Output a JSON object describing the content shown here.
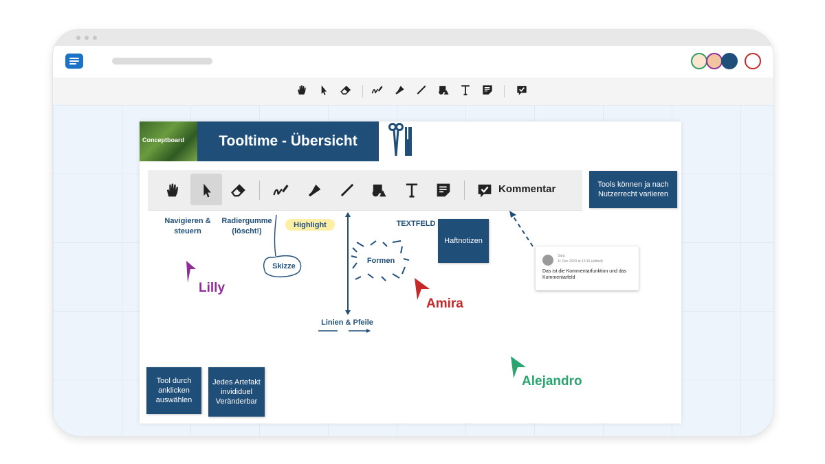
{
  "window": {
    "url_bar": ""
  },
  "toolbar": {
    "tools": [
      "hand-icon",
      "pointer-icon",
      "eraser-icon",
      "pen-icon",
      "highlighter-icon",
      "line-icon",
      "shapes-icon",
      "text-icon",
      "sticky-note-icon",
      "comment-icon"
    ]
  },
  "board": {
    "header_logo": "Conceptboard",
    "title": "Tooltime - Übersicht",
    "comment_tool_label": "Kommentar",
    "note_right": "Tools können ja nach Nutzerrecht variieren",
    "labels": {
      "navigate": "Navigieren & steuern",
      "eraser": "Radiergumme (löscht!)",
      "highlight": "Highlight",
      "sketch": "Skizze",
      "shapes": "Formen",
      "textfield": "TEXTFELD",
      "sticky": "Haftnotizen",
      "lines": "Linien & Pfeile"
    },
    "comment": {
      "author": "Sara",
      "timestamp": "11 Dec 2020 at 13:19 (edited)",
      "text": "Das ist die Kommentarfunktion und das Kommentarfeld"
    },
    "bottom_notes": [
      "Tool durch anklicken auswählen",
      "Jedes Artefakt invididuel Veränderbar"
    ],
    "cursors": [
      {
        "name": "Lilly",
        "color": "#8e2c9a"
      },
      {
        "name": "Amira",
        "color": "#c62828"
      },
      {
        "name": "Alejandro",
        "color": "#2aa56f"
      }
    ]
  },
  "colors": {
    "navy": "#1f4e79",
    "brand": "#1a73c7"
  }
}
